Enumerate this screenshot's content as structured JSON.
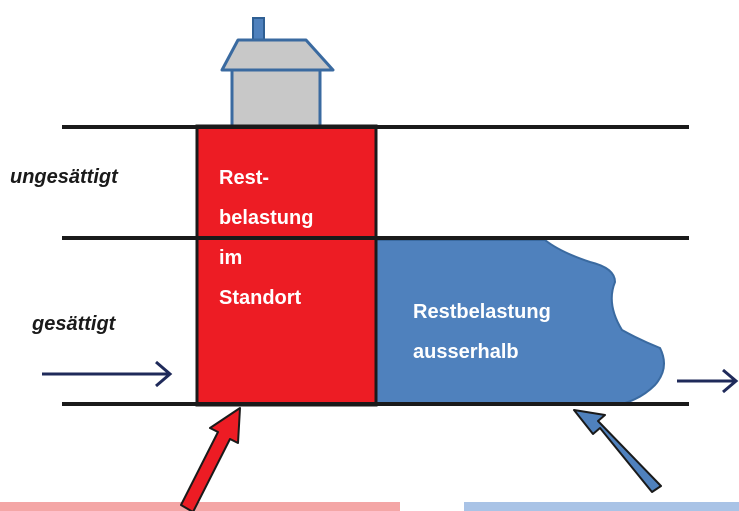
{
  "diagram": {
    "zones": {
      "unsaturated": "ungesättigt",
      "saturated": "gesättigt"
    },
    "onsite_label": [
      "Rest-",
      "belastung",
      "im",
      "Standort"
    ],
    "offsite_label": [
      "Restbelastung",
      "ausserhalb"
    ],
    "colors": {
      "onsite": "#ed1c24",
      "offsite": "#4f81bd",
      "flow_arrow": "#1f2a5a",
      "house_fill": "#c8c8c8",
      "house_stroke": "#3a6aa0",
      "bottom_bar_red": "#f4a6a6",
      "bottom_bar_blue": "#a9c3e6"
    },
    "icons": [
      "house-icon",
      "flow-arrow-in-icon",
      "flow-arrow-out-icon",
      "red-up-arrow-icon",
      "blue-up-arrow-icon"
    ]
  }
}
